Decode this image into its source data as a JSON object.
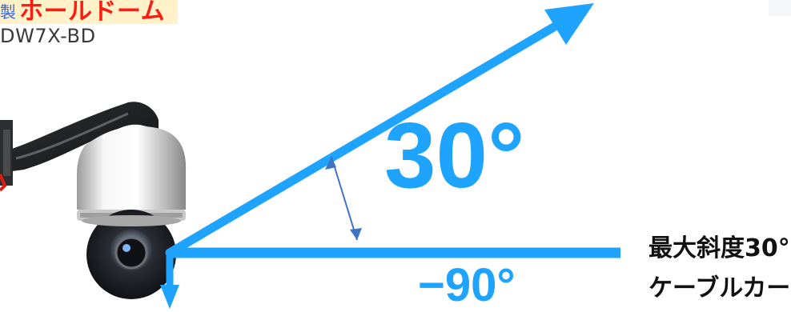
{
  "product_header": {
    "brand_prefix": "製",
    "brand_name": "ホールドーム",
    "model_code": "DW7X-BD"
  },
  "diagram": {
    "angle_value": "30°",
    "lower_value": "−90°",
    "spec_label": "最大斜度30°",
    "category_label": "ケーブルカー",
    "colors": {
      "accent": "#1ea3ff",
      "arrow": "#1ea3ff",
      "text": "#111111",
      "brand": "#ff1a12",
      "brand_prefix": "#3b67d8",
      "title_strip": "#fff1c8"
    }
  }
}
